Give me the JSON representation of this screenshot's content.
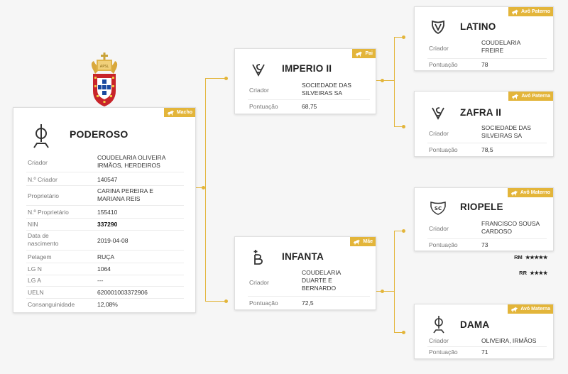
{
  "crest_icon": "portuguese-coat-of-arms",
  "subject": {
    "badge": "Macho",
    "name": "PODEROSO",
    "brand_icon": "circle-phi-brand-icon",
    "fields": [
      {
        "label": "Criador",
        "value": "COUDELARIA OLIVEIRA IRMÃOS, HERDEIROS"
      },
      {
        "label": "N.º Criador",
        "value": "140547"
      },
      {
        "label": "Proprietário",
        "value": "CARINA PEREIRA E MARIANA REIS"
      },
      {
        "label": "N.º Proprietário",
        "value": "155410"
      },
      {
        "label": "NIN",
        "value": "337290"
      },
      {
        "label": "Data de nascimento",
        "value": "2019-04-08"
      },
      {
        "label": "Pelagem",
        "value": "RUÇA"
      },
      {
        "label": "LG N",
        "value": "1064"
      },
      {
        "label": "LG A",
        "value": "---"
      },
      {
        "label": "UELN",
        "value": "620001003372906"
      },
      {
        "label": "Consanguinidade",
        "value": "12,08%"
      }
    ]
  },
  "sire": {
    "badge": "Pai",
    "name": "IMPERIO II",
    "brand_icon": "s-v-brand-icon",
    "criador_label": "Criador",
    "criador": "SOCIEDADE DAS SILVEIRAS SA",
    "pontuacao_label": "Pontuação",
    "pontuacao": "68,75"
  },
  "dam": {
    "badge": "Mãe",
    "name": "INFANTA",
    "brand_icon": "crowned-b-brand-icon",
    "criador_label": "Criador",
    "criador": "COUDELARIA DUARTE E BERNARDO",
    "pontuacao_label": "Pontuação",
    "pontuacao": "72,5"
  },
  "paternal_grandsire": {
    "badge": "Avô Paterno",
    "name": "LATINO",
    "brand_icon": "shield-v-brand-icon",
    "criador_label": "Criador",
    "criador": "COUDELARIA FREIRE",
    "pontuacao_label": "Pontuação",
    "pontuacao": "78"
  },
  "paternal_granddam": {
    "badge": "Avó Paterna",
    "name": "ZAFRA II",
    "brand_icon": "s-v-brand-icon",
    "criador_label": "Criador",
    "criador": "SOCIEDADE DAS SILVEIRAS SA",
    "pontuacao_label": "Pontuação",
    "pontuacao": "78,5"
  },
  "maternal_grandsire": {
    "badge": "Avô Materno",
    "name": "RIOPELE",
    "brand_icon": "sc-shield-brand-icon",
    "criador_label": "Criador",
    "criador": "FRANCISCO SOUSA CARDOSO",
    "pontuacao_label": "Pontuação",
    "pontuacao": "73",
    "ratings": [
      {
        "label": "RM",
        "stars": "★★★★★",
        "count": 5
      },
      {
        "label": "RR",
        "stars": "★★★★",
        "count": 4
      }
    ]
  },
  "maternal_granddam": {
    "badge": "Avó Materna",
    "name": "DAMA",
    "brand_icon": "circle-phi-brand-icon",
    "criador_label": "Criador",
    "criador": "OLIVEIRA, IRMÃOS",
    "pontuacao_label": "Pontuação",
    "pontuacao": "71"
  },
  "colors": {
    "accent": "#e3b53a",
    "card": "#ffffff",
    "background": "#f6f6f6"
  }
}
